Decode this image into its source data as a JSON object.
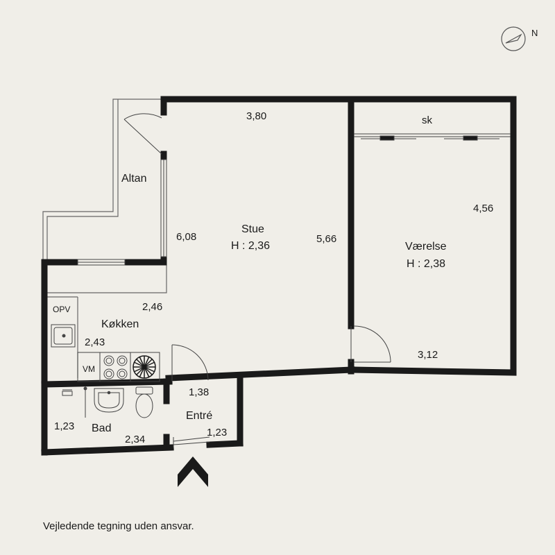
{
  "compass": {
    "label": "N",
    "icon": "compass-icon"
  },
  "rooms": {
    "altan": {
      "name": "Altan"
    },
    "stue": {
      "name": "Stue",
      "height": "H : 2,36"
    },
    "vaerelse": {
      "name": "Værelse",
      "height": "H : 2,38",
      "closet": "sk"
    },
    "koekken": {
      "name": "Køkken",
      "opv": "OPV",
      "vm": "VM"
    },
    "bad": {
      "name": "Bad"
    },
    "entre": {
      "name": "Entré"
    }
  },
  "dimensions": {
    "stue_width": "3,80",
    "stue_length": "6,08",
    "stue_right": "5,66",
    "vaerelse_length": "4,56",
    "vaerelse_width": "3,12",
    "koekken_width": "2,46",
    "koekken_depth": "2,43",
    "entre_width": "1,38",
    "entre_depth": "1,23",
    "bad_depth": "1,23",
    "bad_width": "2,34"
  },
  "colors": {
    "wall": "#1a1a1a",
    "background": "#f0eee8",
    "line": "#555555"
  },
  "disclaimer": "Vejledende tegning uden ansvar."
}
